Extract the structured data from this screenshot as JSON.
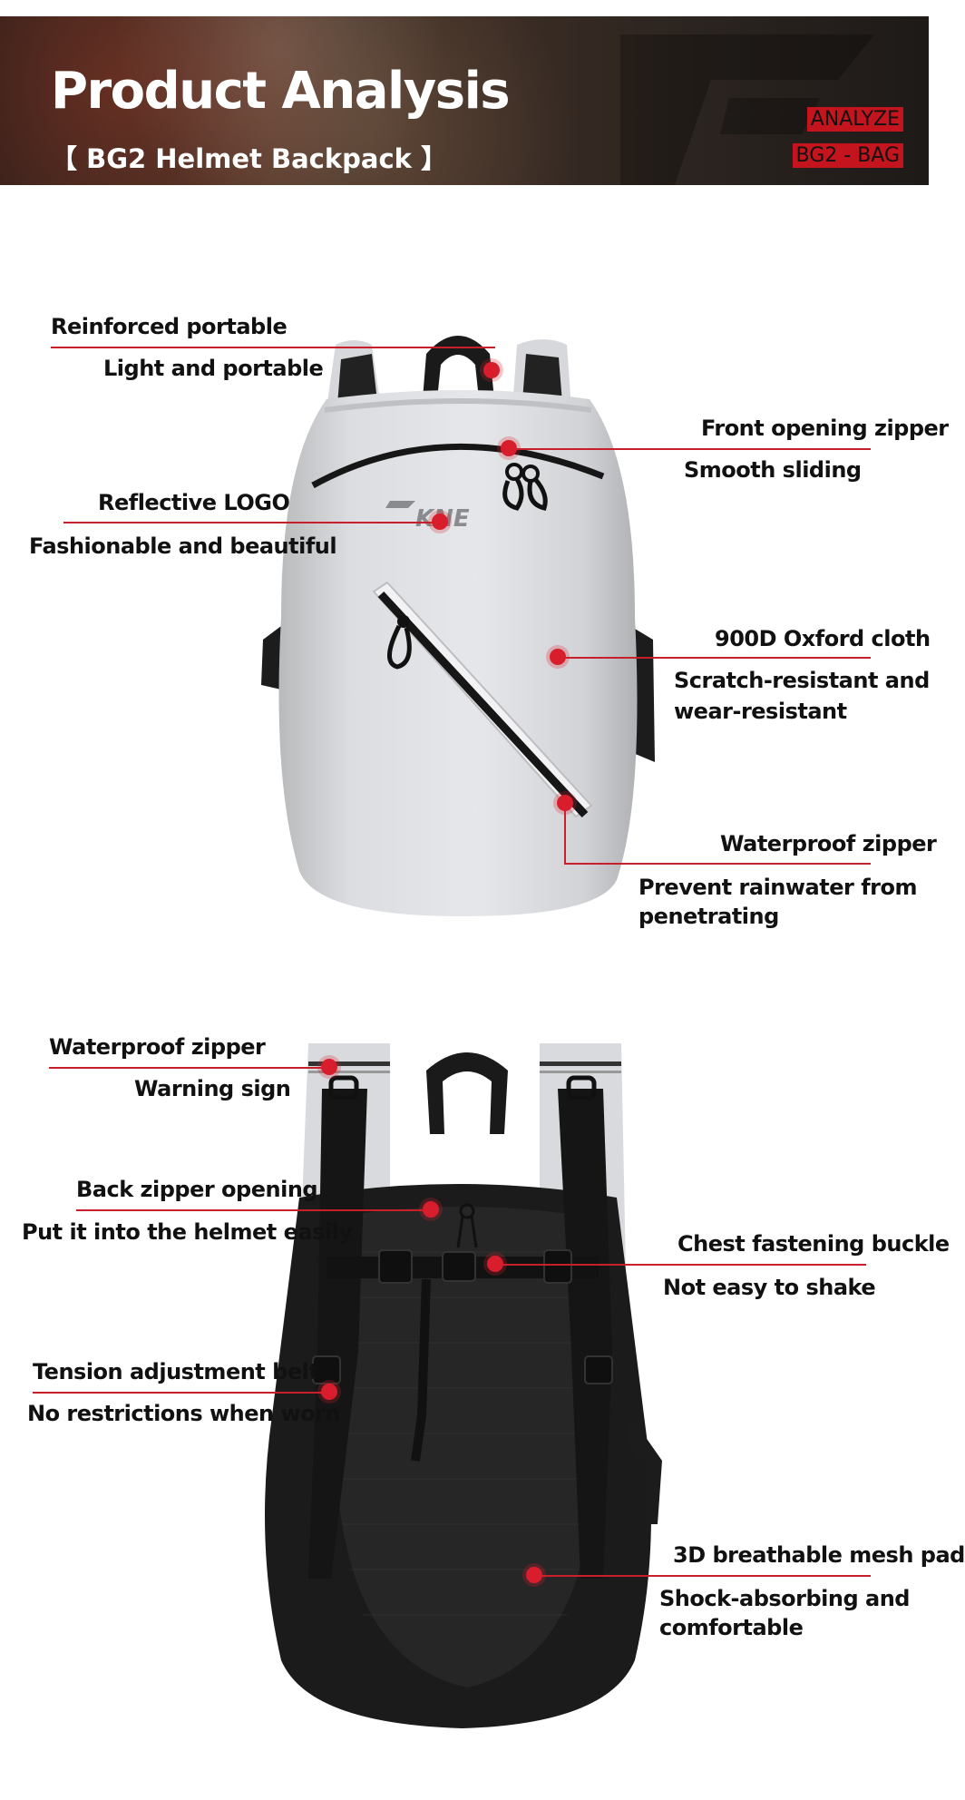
{
  "banner": {
    "title": "Product Analysis",
    "subtitle": "【 BG2 Helmet Backpack 】",
    "tag1": "ANALYZE",
    "tag2": "BG2 - BAG"
  },
  "front": {
    "logo_text": "KNE",
    "callouts": [
      {
        "title": "Reinforced portable",
        "desc": "Light and portable"
      },
      {
        "title": "Front opening zipper",
        "desc": "Smooth sliding"
      },
      {
        "title": "Reflective LOGO",
        "desc": "Fashionable and beautiful"
      },
      {
        "title": "900D Oxford cloth",
        "desc1": "Scratch-resistant and",
        "desc2": "wear-resistant"
      },
      {
        "title": "Waterproof zipper",
        "desc1": "Prevent rainwater from",
        "desc2": "penetrating"
      }
    ]
  },
  "back": {
    "callouts": [
      {
        "title": "Waterproof zipper",
        "desc": "Warning sign"
      },
      {
        "title": "Back zipper opening",
        "desc": "Put it into the helmet easily"
      },
      {
        "title": "Chest fastening buckle",
        "desc": "Not easy to shake"
      },
      {
        "title": "Tension adjustment belt",
        "desc": "No restrictions when worn"
      },
      {
        "title": "3D breathable mesh pad",
        "desc1": "Shock-absorbing and",
        "desc2": "comfortable"
      }
    ]
  },
  "colors": {
    "accent": "#d81e2c",
    "line": "#c8202b",
    "tag": "#c4141e"
  }
}
